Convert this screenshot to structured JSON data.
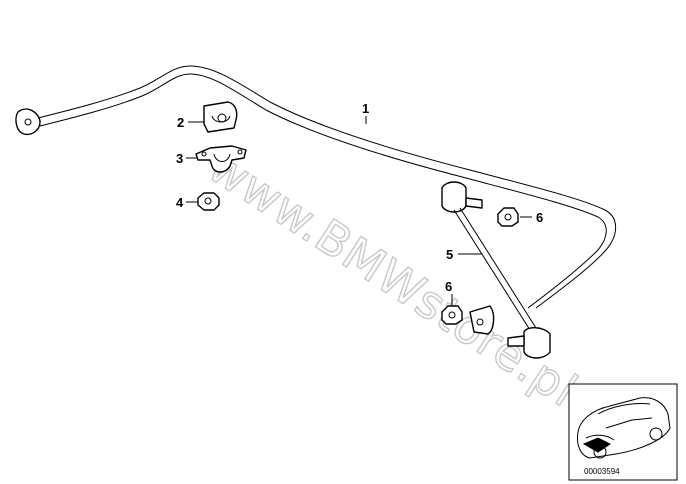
{
  "watermark": "www.BMWstore.pl",
  "callouts": {
    "c1": "1",
    "c2": "2",
    "c3": "3",
    "c4": "4",
    "c5": "5",
    "c6a": "6",
    "c6b": "6"
  },
  "thumbnail": {
    "reference_number": "00003594"
  }
}
